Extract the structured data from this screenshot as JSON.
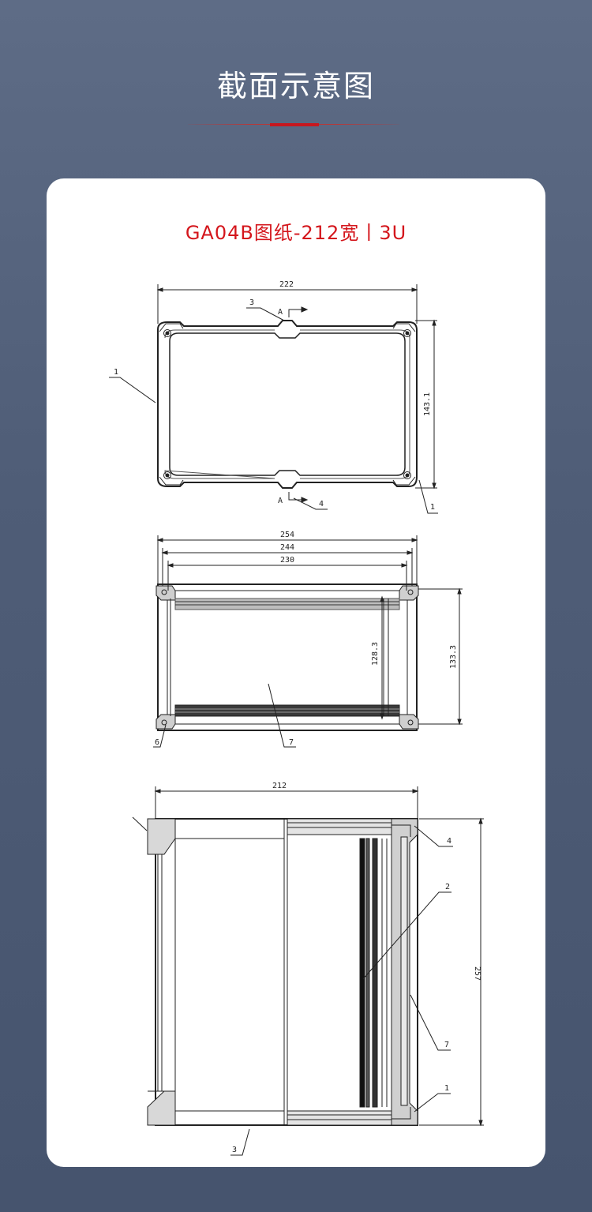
{
  "header": {
    "title": "截面示意图"
  },
  "card": {
    "title": "GA04B图纸-212宽丨3U"
  },
  "view_top": {
    "dim_width": "222",
    "dim_height": "143.1",
    "label_1a": "1",
    "label_1b": "1",
    "label_3": "3",
    "label_4": "4",
    "section_a1": "A",
    "section_a2": "A"
  },
  "view_front": {
    "dim_254": "254",
    "dim_244": "244",
    "dim_230": "230",
    "dim_inner_h": "128.3",
    "dim_outer_h": "133.3",
    "label_6": "6",
    "label_7": "7"
  },
  "view_side": {
    "dim_width": "212",
    "dim_length": "257",
    "label_4": "4",
    "label_2": "2",
    "label_7": "7",
    "label_1": "1",
    "label_3": "3"
  },
  "colors": {
    "accent": "#c8171e",
    "card_title": "#d4161c",
    "background": "#56647e"
  }
}
